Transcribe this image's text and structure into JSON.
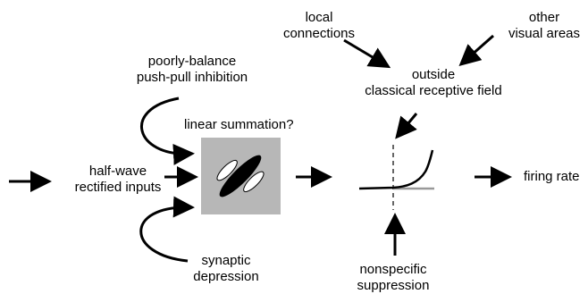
{
  "labels": {
    "local_connections": [
      "local",
      "connections"
    ],
    "other_visual_areas": [
      "other",
      "visual areas"
    ],
    "poorly_balanced": [
      "poorly-balance",
      "push-pull inhibition"
    ],
    "outside_crf": [
      "outside",
      "classical receptive field"
    ],
    "linear_summation": "linear summation?",
    "half_wave": [
      "half-wave",
      "rectified inputs"
    ],
    "firing_rate": "firing rate",
    "synaptic_depression": [
      "synaptic",
      "depression"
    ],
    "nonspecific_suppression": [
      "nonspecific",
      "suppression"
    ]
  },
  "colors": {
    "filter_box": "#b7b7b7",
    "ink": "#000000",
    "baseline": "#999999"
  }
}
